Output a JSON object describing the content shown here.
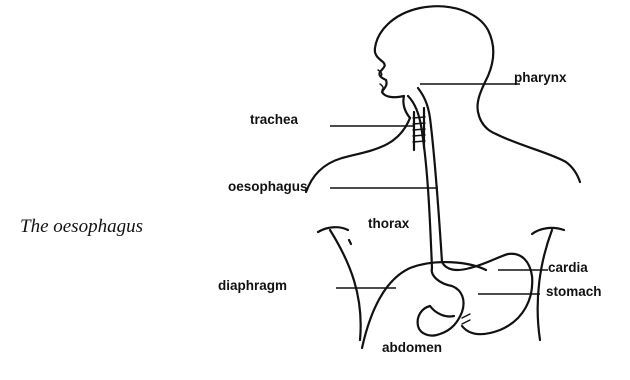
{
  "caption": "The oesophagus",
  "labels": {
    "pharynx": "pharynx",
    "trachea": "trachea",
    "oesophagus": "oesophagus",
    "thorax": "thorax",
    "diaphragm": "diaphragm",
    "cardia": "cardia",
    "stomach": "stomach",
    "abdomen": "abdomen"
  }
}
